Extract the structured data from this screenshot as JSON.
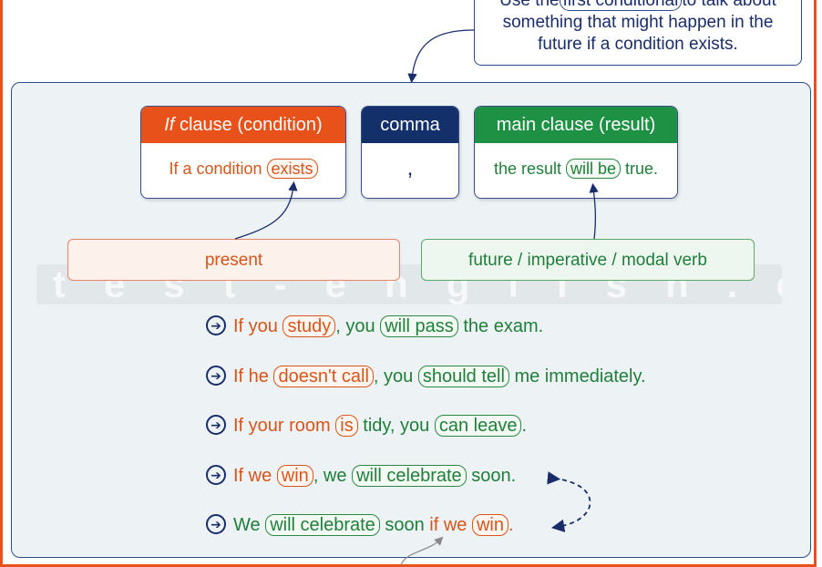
{
  "callout": {
    "pre": "Use the",
    "term": "first conditional",
    "post": "to talk about",
    "line2": "something that might happen in the",
    "line3": "future if a condition exists."
  },
  "watermark": "test-english.com",
  "boxes": {
    "if_clause": {
      "title_italic": "If",
      "title_rest": " clause (condition)",
      "body_pre": "If a condition ",
      "body_pill": "exists"
    },
    "comma": {
      "title": "comma",
      "body": ","
    },
    "main_clause": {
      "title": "main clause (result)",
      "body_pre": "the result ",
      "body_pill": "will be",
      "body_post": " true."
    }
  },
  "labels": {
    "present": "present",
    "future": "future / imperative / modal verb"
  },
  "examples": [
    {
      "p1": "If you ",
      "v1": "study",
      "p2": ", you ",
      "v2": "will pass",
      "p3": " the exam."
    },
    {
      "p1": "If he ",
      "v1": "doesn't call",
      "p2": ", you ",
      "v2": "should tell",
      "p3": " me immediately."
    },
    {
      "p1": "If your room ",
      "v1": "is",
      "p2": " tidy, you ",
      "v2": "can leave",
      "p3": "."
    },
    {
      "p1": "If we ",
      "v1": "win",
      "p2": ", we ",
      "v2": "will celebrate",
      "p3": " soon."
    },
    {
      "p1": "We ",
      "v1": "will celebrate",
      "p2": " soon ",
      "p2b": "if we ",
      "v2": "win",
      "p3": "."
    }
  ],
  "colors": {
    "orange": "#e8521a",
    "navy": "#13306b",
    "green": "#1e9145"
  },
  "icons": {
    "bullet": "arrow-circle-icon"
  }
}
